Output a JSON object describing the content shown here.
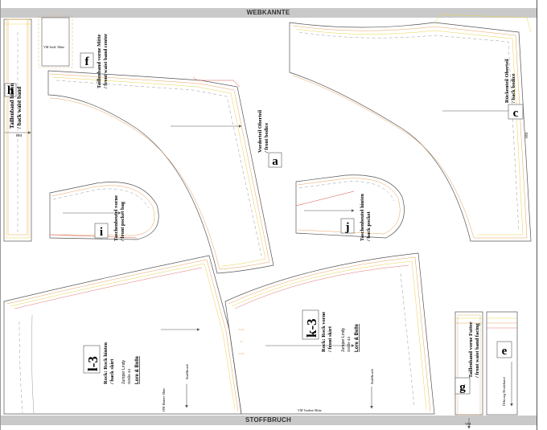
{
  "selvage_label": "WEBKANNTE",
  "fold_label": "STOFFBRUCH",
  "pieces": {
    "h": {
      "letter": "h",
      "title": "Taillenband hinten",
      "subtitle": "/ back waist band",
      "mark": "HM"
    },
    "f": {
      "letter": "f",
      "title": "Taillenband vorne Mitte",
      "subtitle": "/ front waist band center",
      "box_label": "VM Stoff. Mitte"
    },
    "a": {
      "letter": "a",
      "title": "Vorderteil Oberteil",
      "subtitle": "/ front bodice"
    },
    "c": {
      "letter": "c",
      "title": "Rückenteil Oberteil",
      "subtitle": "/ back bodice",
      "mark": "HM"
    },
    "i": {
      "letter": "i",
      "title": "Taschenbeutel vorne",
      "subtitle": "/ front pocket bag"
    },
    "j": {
      "letter": "j",
      "title": "Taschenbeutel hinten",
      "subtitle": "/ back pocket"
    },
    "l3": {
      "letter": "l-3",
      "title": "Rock: Rock hinten",
      "subtitle": "/ back skirt",
      "model": "Jumper Lindy",
      "size": "Größe 44",
      "brand": "Lore & Belle",
      "fold_mark": "Stoffbruch",
      "cb_label": "HM Hintere Mitte"
    },
    "k3": {
      "letter": "k-3",
      "title": "Rock: Rock vorne",
      "subtitle": "/ front skirt",
      "model": "Jumper Lindy",
      "size": "Größe 44",
      "brand": "Lore & Belle",
      "fold_mark": "Stoffbruch",
      "cf_label": "VM Vordere Mitte"
    },
    "g": {
      "letter": "g",
      "title": "Taillenband vorne Futter",
      "subtitle": "/ front waist band facing",
      "mark": "VM"
    },
    "e": {
      "letter": "e",
      "opening_label": "Öffnung Bindeband"
    }
  },
  "colors": {
    "outline": "#555555",
    "size_orange": "#e8a15a",
    "size_yellow": "#e8d24a",
    "size_red": "#d9534f",
    "grey": "#9a9a9a",
    "band": "#c9c9c9"
  }
}
